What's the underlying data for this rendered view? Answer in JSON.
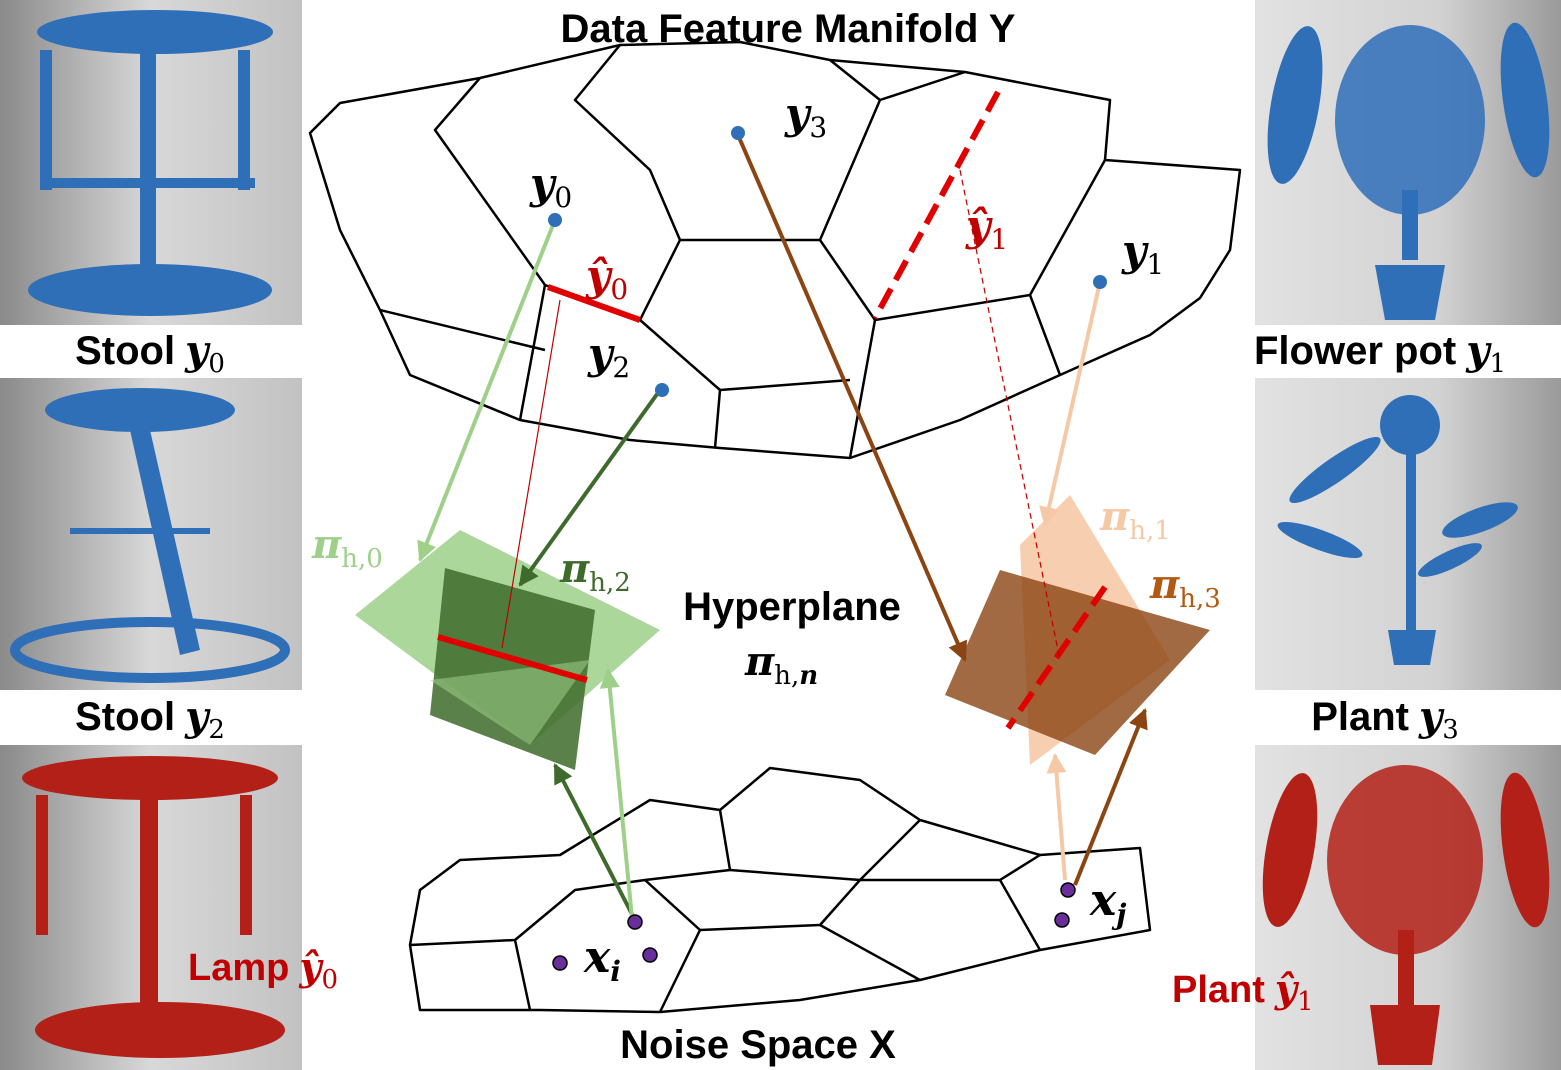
{
  "title_manifold": "Data Feature Manifold Y",
  "title_noise": "Noise Space X",
  "hyperplane": {
    "word": "Hyperplane",
    "symbol": "π",
    "sub": "h,",
    "sub_italic": "n"
  },
  "points": {
    "y0": {
      "base": "y",
      "sub": "0"
    },
    "y1": {
      "base": "y",
      "sub": "1"
    },
    "y2": {
      "base": "y",
      "sub": "2"
    },
    "y3": {
      "base": "y",
      "sub": "3"
    },
    "y0hat": {
      "base": "ŷ",
      "sub": "0"
    },
    "y1hat": {
      "base": "ŷ",
      "sub": "1"
    },
    "xi": {
      "base": "x",
      "sub": "i"
    },
    "xj": {
      "base": "x",
      "sub": "j"
    }
  },
  "planes": {
    "pi_h0": {
      "symbol": "π",
      "sub": "h,0"
    },
    "pi_h1": {
      "symbol": "π",
      "sub": "h,1"
    },
    "pi_h2": {
      "symbol": "π",
      "sub": "h,2"
    },
    "pi_h3": {
      "symbol": "π",
      "sub": "h,3"
    }
  },
  "thumbnails": {
    "stool_y0": {
      "word": "Stool",
      "base": "y",
      "sub": "0"
    },
    "stool_y2": {
      "word": "Stool",
      "base": "y",
      "sub": "2"
    },
    "lamp_y0hat": {
      "word": "Lamp",
      "base": "ŷ",
      "sub": "0"
    },
    "flowerpot_y1": {
      "word": "Flower pot",
      "base": "y",
      "sub": "1"
    },
    "plant_y3": {
      "word": "Plant",
      "base": "y",
      "sub": "3"
    },
    "plant_y1hat": {
      "word": "Plant",
      "base": "ŷ",
      "sub": "1"
    }
  },
  "colors": {
    "blue_points": "#2f6fb8",
    "red_points": "#b32018",
    "emphasis_red": "#c00000",
    "light_green": "#9ed08a",
    "dark_green": "#3e6b2c",
    "light_orange": "#f6c9a6",
    "dark_brown": "#8b4513",
    "orange_label": "#b35a12",
    "noise_point": "#6a2e9a"
  }
}
